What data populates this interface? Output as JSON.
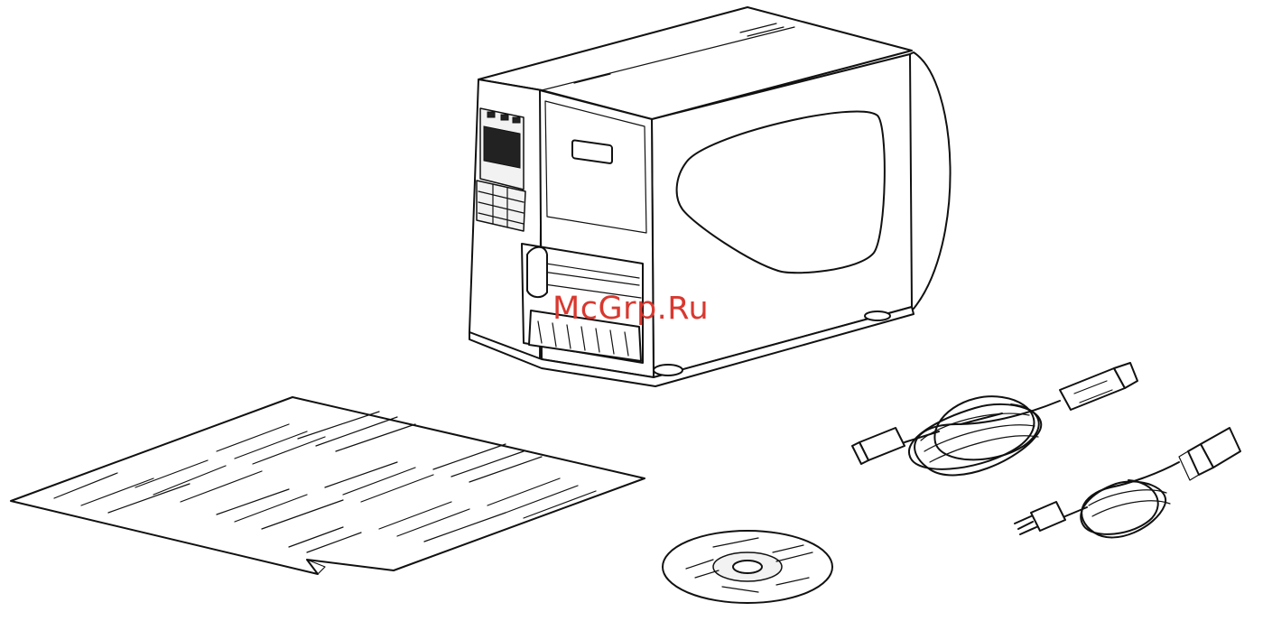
{
  "watermark": {
    "text": "McGrp.Ru"
  },
  "colors": {
    "watermark": "#d9382f",
    "line": "#111111",
    "background": "#ffffff"
  },
  "items": [
    {
      "name": "label-printer",
      "icon": "printer-icon"
    },
    {
      "name": "quick-installation-guide",
      "icon": "document-icon"
    },
    {
      "name": "software-cd",
      "icon": "cd-icon"
    },
    {
      "name": "usb-cable",
      "icon": "usb-cable-icon"
    },
    {
      "name": "power-cord",
      "icon": "power-cord-icon"
    }
  ]
}
